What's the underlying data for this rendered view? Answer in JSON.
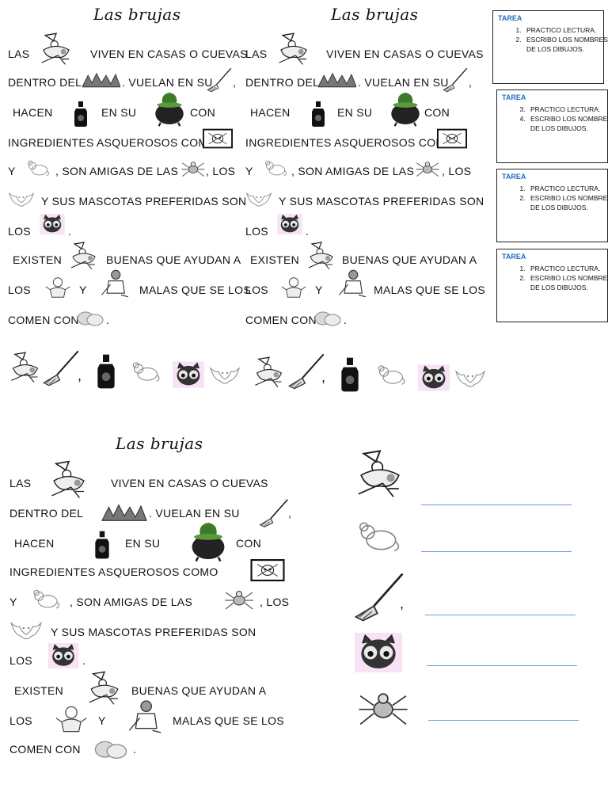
{
  "title": "Las brujas",
  "story_lines": {
    "l1a": "LAS",
    "l1b": "VIVEN  EN  CASAS  O  CUEVAS",
    "l2a": "DENTRO DEL",
    "l2b": ". VUELAN EN SU",
    "l2c": ",",
    "l3a": "HACEN",
    "l3b": "EN SU",
    "l3c": "CON",
    "l4a": "INGREDIENTES ASQUEROSOS COMO",
    "l5a": "Y",
    "l5b": ", SON AMIGAS DE LAS",
    "l5c": ", LOS",
    "l6a": "Y SUS MASCOTAS PREFERIDAS SON",
    "l7a": "LOS",
    "l7b": ".",
    "l8a": "EXISTEN",
    "l8b": "BUENAS QUE AYUDAN A",
    "l9a": "LOS",
    "l9b": "Y",
    "l9c": "MALAS QUE SE LOS",
    "l10a": "COMEN CON",
    "l10b": "."
  },
  "picture_row_separator": ",",
  "tareas": [
    {
      "heading": "TAREA",
      "items": [
        "PRACTICO LECTURA.",
        "ESCRIBO LOS NOMBRES DE LOS DIBUJOS."
      ],
      "start": 1
    },
    {
      "heading": "TAREA",
      "items": [
        "PRACTICO LECTURA.",
        "ESCRIBO LOS NOMBRES DE LOS DIBUJOS."
      ],
      "start": 3
    },
    {
      "heading": "TAREA",
      "items": [
        "PRACTICO LECTURA.",
        "ESCRIBO LOS NOMBRES DE LOS DIBUJOS."
      ],
      "start": 1
    },
    {
      "heading": "TAREA",
      "items": [
        "PRACTICO LECTURA.",
        "ESCRIBO LOS NOMBRES DE LOS DIBUJOS."
      ],
      "start": 1
    }
  ],
  "colors": {
    "tarea_heading": "#1f6fbf",
    "answer_line": "#6f9ad8"
  },
  "icons": [
    "witch-icon",
    "forest-icon",
    "broom-icon",
    "potion-bottle-icon",
    "cauldron-icon",
    "skull-spider-box-icon",
    "mouse-icon",
    "spider-icon",
    "bat-icon",
    "cat-icon",
    "child-icon",
    "boy-icon",
    "stones-icon"
  ],
  "worksheet": {
    "broom_comma": ","
  }
}
